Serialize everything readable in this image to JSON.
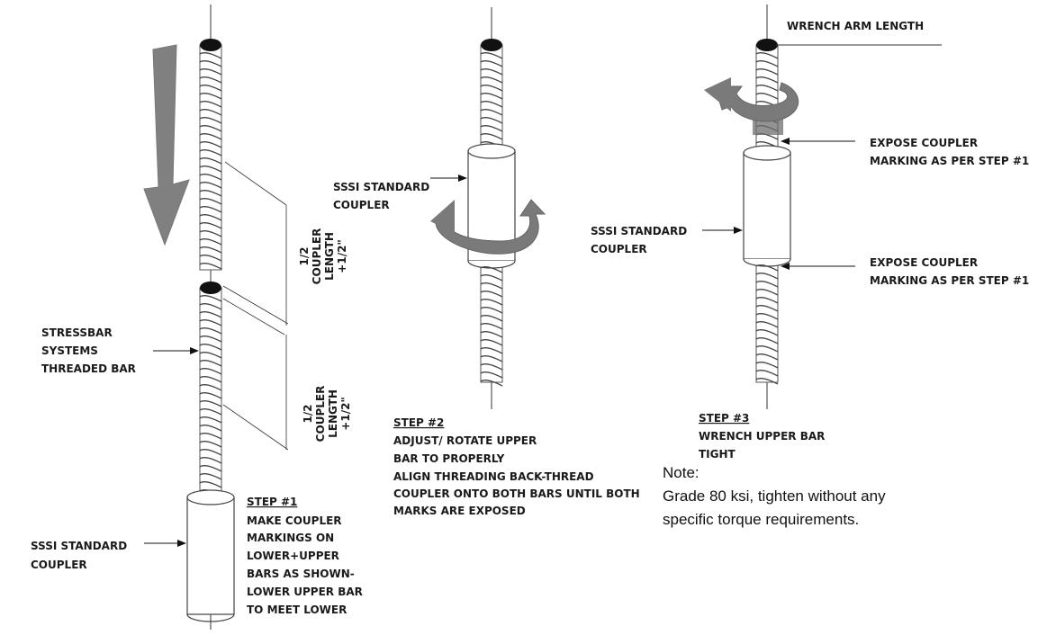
{
  "step1": {
    "lines": [
      "STEP #1",
      "MAKE COUPLER",
      "MARKINGS ON",
      "LOWER+UPPER",
      "BARS AS SHOWN-",
      "LOWER UPPER BAR",
      "TO MEET LOWER"
    ]
  },
  "step2": {
    "lines": [
      "STEP #2",
      "ADJUST/ ROTATE UPPER",
      "BAR TO PROPERLY",
      "ALIGN THREADING BACK-THREAD",
      "COUPLER ONTO BOTH BARS UNTIL BOTH",
      "MARKS ARE EXPOSED"
    ]
  },
  "step3": {
    "lines": [
      "STEP #3",
      "WRENCH UPPER BAR",
      "TIGHT"
    ]
  },
  "labels": {
    "threaded_bar": [
      "STRESSBAR",
      "SYSTEMS",
      "THREADED BAR"
    ],
    "coupler_1": [
      "SSSI STANDARD",
      "COUPLER"
    ],
    "coupler_2": [
      "SSSI STANDARD",
      "COUPLER"
    ],
    "coupler_3": [
      "SSSI STANDARD",
      "COUPLER"
    ],
    "wrench_arm": "WRENCH ARM LENGTH",
    "expose_top": [
      "EXPOSE COUPLER",
      "MARKING AS PER STEP #1"
    ],
    "expose_bottom": [
      "EXPOSE COUPLER",
      "MARKING AS PER STEP #1"
    ],
    "dim_upper": [
      "1/2",
      "COUPLER",
      "LENGTH",
      "+1/2\""
    ],
    "dim_lower": [
      "1/2",
      "COUPLER",
      "LENGTH",
      "+1/2\""
    ]
  },
  "note": {
    "title": "Note:",
    "line1": "Grade 80 ksi, tighten without any",
    "line2": "specific torque requirements."
  }
}
